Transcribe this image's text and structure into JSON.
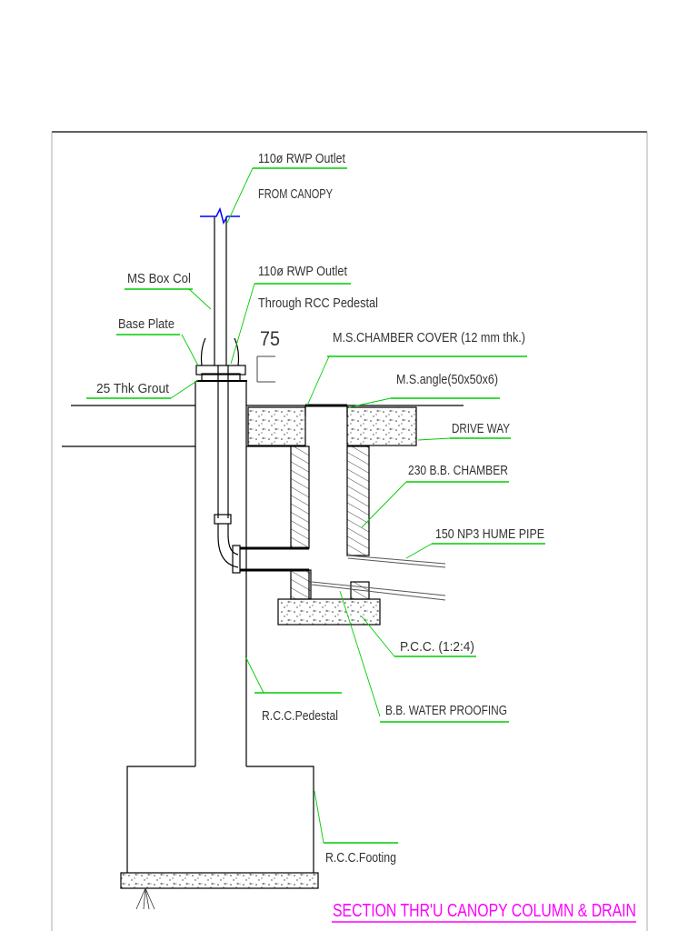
{
  "labels": {
    "rwp_outlet_canopy_1": "110ø RWP Outlet",
    "rwp_outlet_canopy_2": "FROM CANOPY",
    "ms_box_col": "MS Box Col",
    "rwp_outlet_pedestal_1": "110ø RWP Outlet",
    "rwp_outlet_pedestal_2": "Through RCC Pedestal",
    "base_plate": "Base Plate",
    "dim_75": "75",
    "chamber_cover": "M.S.CHAMBER COVER (12 mm thk.)",
    "ms_angle": "M.S.angle(50x50x6)",
    "grout": "25 Thk Grout",
    "drive_way": "DRIVE WAY",
    "bb_chamber": "230 B.B. CHAMBER",
    "hume_pipe": "150 NP3 HUME PIPE",
    "pcc": "P.C.C. (1:2:4)",
    "rcc_pedestal": "R.C.C.Pedestal",
    "water_proofing": "B.B. WATER PROOFING",
    "rcc_footing": "R.C.C.Footing"
  },
  "title": "SECTION THR'U CANOPY COLUMN & DRAIN",
  "colors": {
    "line": "#000000",
    "leader": "#00cc00",
    "underline": "#00cc00",
    "title": "#ff00ff",
    "break_mark": "#0000ff",
    "hatch": "#555555",
    "dim": "#666666"
  }
}
